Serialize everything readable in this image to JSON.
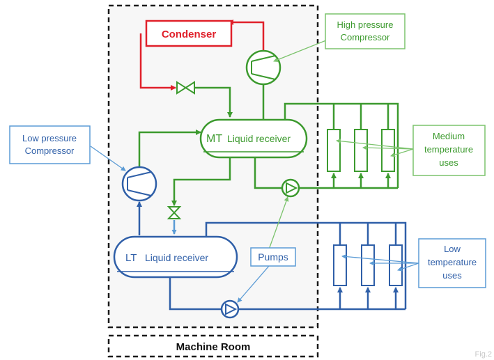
{
  "colors": {
    "red": "#e0202a",
    "green": "#3c9a2e",
    "blue": "#2f5fa8",
    "lightblue": "#5b9bd5",
    "lightgreen": "#7cc36d",
    "frame": "#1a1a1a",
    "room_bg": "#f7f7f7"
  },
  "labels": {
    "condenser": "Condenser",
    "high_pressure_compressor": [
      "High pressure",
      "Compressor"
    ],
    "low_pressure_compressor": [
      "Low pressure",
      "Compressor"
    ],
    "mt_prefix": "MT",
    "mt_receiver": "Liquid receiver",
    "lt_prefix": "LT",
    "lt_receiver": "Liquid receiver",
    "pumps": "Pumps",
    "medium_temperature_uses": [
      "Medium",
      "temperature",
      "uses"
    ],
    "low_temperature_uses": [
      "Low",
      "temperature",
      "uses"
    ],
    "machine_room": "Machine Room",
    "corner_mark": "Fig.2"
  },
  "icons": {
    "compressor": "compressor-icon",
    "pump": "pump-icon",
    "valve": "expansion-valve-icon",
    "evaporator": "evaporator-icon",
    "arrow": "flow-arrow-icon"
  }
}
